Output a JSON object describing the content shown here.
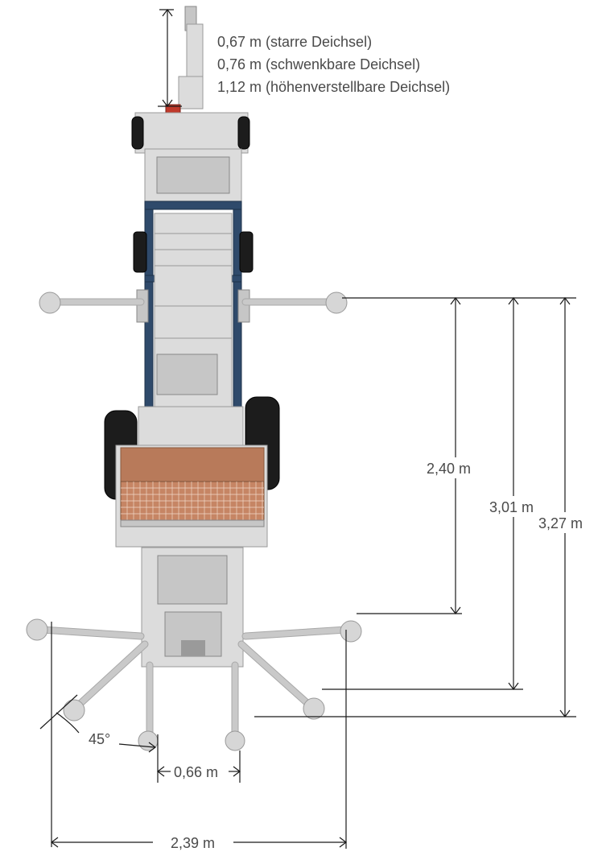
{
  "drawbar_lengths": [
    "0,67 m (starre Deichsel)",
    "0,76 m (schwenkbare Deichsel)",
    "1,12 m (höhenverstellbare Deichsel)"
  ],
  "dimensions": {
    "outrigger_front": "2,40 m",
    "outrigger_mid": "3,01 m",
    "outrigger_rear": "3,27 m",
    "rear_leg_spacing": "0,66 m",
    "total_width": "2,39 m",
    "leg_angle": "45°"
  }
}
